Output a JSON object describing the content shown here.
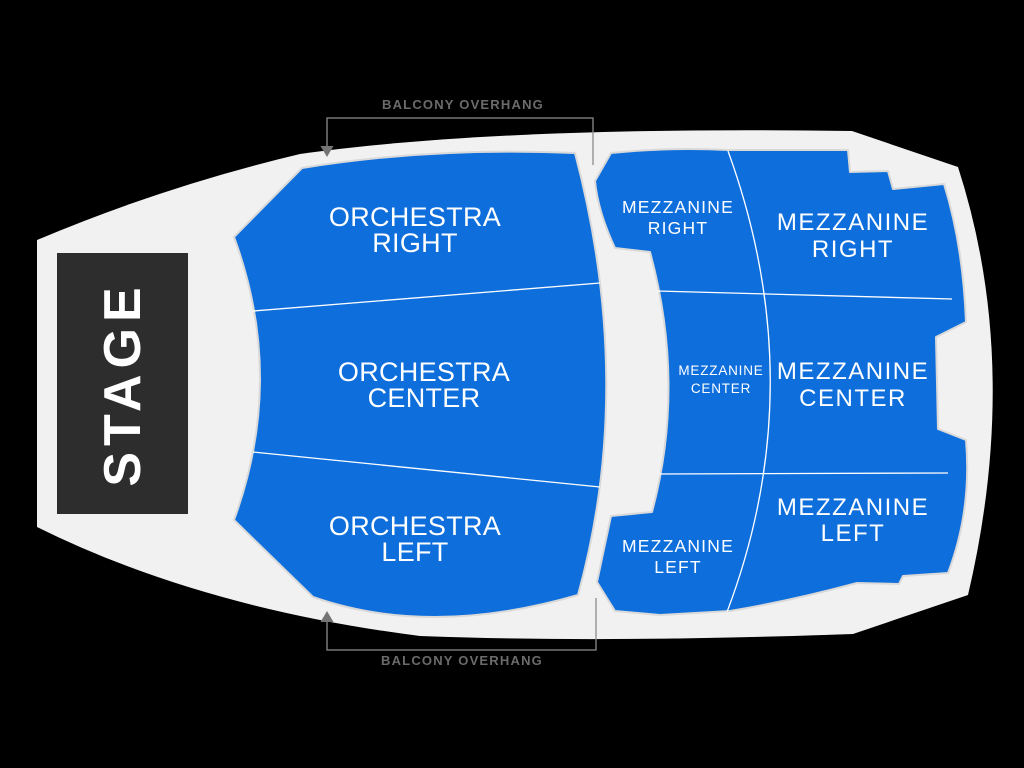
{
  "colors": {
    "background": "#000000",
    "venue_fill": "#f1f1f1",
    "section_blue": "#0d6edc",
    "section_border": "#d9d9d9",
    "divider_white": "#ffffff",
    "stage_fill": "#2d2d2d",
    "stage_text": "#ffffff",
    "label_text": "#ffffff",
    "annotation_gray": "#6b6b6b",
    "bracket_gray": "#8c8c8c"
  },
  "stage": {
    "label": "STAGE"
  },
  "sections": {
    "orchestra_right": {
      "line1": "ORCHESTRA",
      "line2": "RIGHT"
    },
    "orchestra_center": {
      "line1": "ORCHESTRA",
      "line2": "CENTER"
    },
    "orchestra_left": {
      "line1": "ORCHESTRA",
      "line2": "LEFT"
    },
    "mezzanine_right_front": {
      "line1": "MEZZANINE",
      "line2": "RIGHT"
    },
    "mezzanine_right_rear": {
      "line1": "MEZZANINE",
      "line2": "RIGHT"
    },
    "mezzanine_center_front": {
      "line1": "MEZZANINE",
      "line2": "CENTER"
    },
    "mezzanine_center_rear": {
      "line1": "MEZZANINE",
      "line2": "CENTER"
    },
    "mezzanine_left_front": {
      "line1": "MEZZANINE",
      "line2": "LEFT"
    },
    "mezzanine_left_rear": {
      "line1": "MEZZANINE",
      "line2": "LEFT"
    }
  },
  "annotations": {
    "balcony_overhang_top": "BALCONY OVERHANG",
    "balcony_overhang_bottom": "BALCONY OVERHANG"
  },
  "icons": {
    "top_bracket_arrow": "arrow-down",
    "bottom_bracket_arrow": "arrow-up"
  }
}
